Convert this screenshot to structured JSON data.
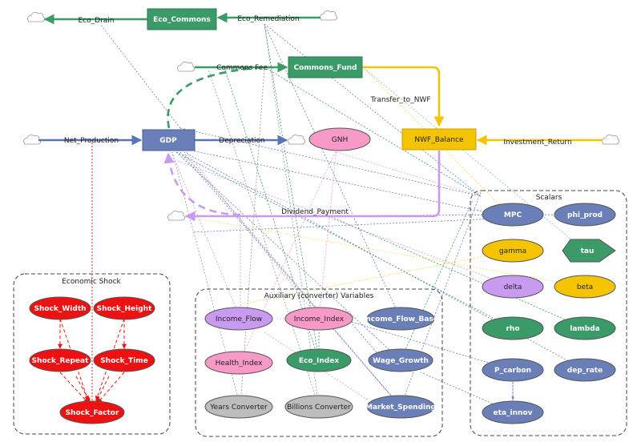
{
  "stocks": {
    "eco_commons": "Eco_Commons",
    "commons_fund": "Commons_Fund",
    "gdp": "GDP",
    "nwf_balance": "NWF_Balance"
  },
  "flows": {
    "eco_drain": "Eco_Drain",
    "eco_remediation": "Eco_Remediation",
    "commons_fee": "Commons Fee",
    "transfer_to_nwf": "Transfer_to_NWF",
    "net_production": "Net_Production",
    "depreciation": "Depreciation",
    "investment_return": "Investment_Return",
    "dividend_payment": "Dividend_Payment"
  },
  "gnh": "GNH",
  "groups": {
    "economic_shock": {
      "title": "Economic Shock",
      "nodes": [
        "Shock_Width",
        "Shock_Height",
        "Shock_Repeat",
        "Shock_Time",
        "Shock_Factor"
      ]
    },
    "auxiliary": {
      "title": "Auxiliary (converter) Variables",
      "nodes": [
        "Income_Flow",
        "Income_Index",
        "Income_Flow_Base",
        "Health_Index",
        "Eco_Index",
        "Wage_Growth",
        "Years Converter",
        "Billions Converter",
        "Market_Spending"
      ]
    },
    "scalars": {
      "title": "Scalars",
      "nodes": [
        "MPC",
        "phi_prod",
        "gamma",
        "tau",
        "delta",
        "beta",
        "rho",
        "lambda",
        "P_carbon",
        "dep_rate",
        "eta_innov"
      ]
    }
  },
  "colors": {
    "green": "#3a9a68",
    "blue": "#6a7fb8",
    "gold": "#f5c400",
    "pink": "#f79ac8",
    "purple": "#c89af0",
    "red": "#ee1111",
    "gray": "#bdbdbd"
  }
}
